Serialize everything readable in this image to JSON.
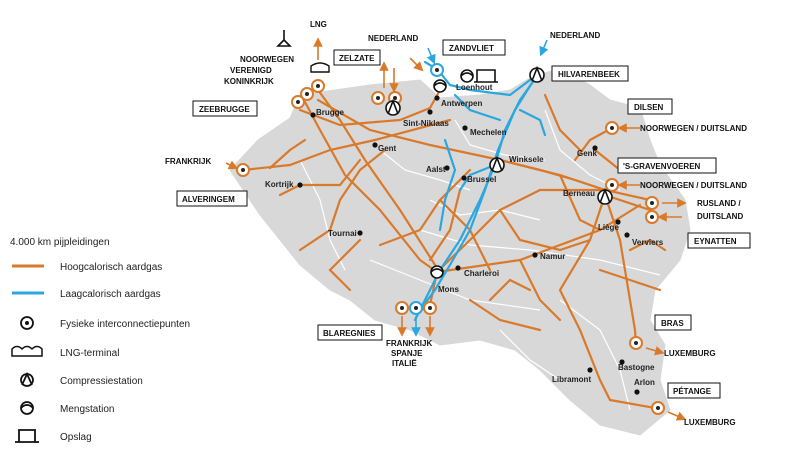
{
  "colors": {
    "high_cal": "#d97a2b",
    "low_cal": "#2aa7df",
    "land": "#d8d8d8",
    "border_lines": "#ffffff"
  },
  "legend": {
    "title": "4.000 km pijpleidingen",
    "high_cal": "Hoogcalorisch aardgas",
    "low_cal": "Laagcalorisch aardgas",
    "interconnection": "Fysieke interconnectiepunten",
    "lng": "LNG-terminal",
    "compressor": "Compressiestation",
    "blending": "Mengstation",
    "storage": "Opslag"
  },
  "boxed_labels": {
    "zeebrugge": "ZEEBRUGGE",
    "zelzate": "ZELZATE",
    "zandvliet": "ZANDVLIET",
    "hilvarenbeek": "HILVARENBEEK",
    "dilsen": "DILSEN",
    "s_gravenvoeren": "'S-GRAVENVOEREN",
    "eynatten": "EYNATTEN",
    "alveringem": "ALVERINGEM",
    "blaregnies": "BLAREGNIES",
    "bras": "BRAS",
    "petange": "PÉTANGE"
  },
  "direction_labels": {
    "lng_top": "LNG",
    "noorwegen_left": "NOORWEGEN",
    "uk_1": "VERENIGD",
    "uk_2": "KONINKRIJK",
    "nederland_left": "NEDERLAND",
    "nederland_right": "NEDERLAND",
    "noorwegen_duitsland_1": "NOORWEGEN / DUITSLAND",
    "noorwegen_duitsland_2": "NOORWEGEN / DUITSLAND",
    "rusland": "RUSLAND /",
    "duitsland": "DUITSLAND",
    "frankrijk_left": "FRANKRIJK",
    "frankrijk_bottom": "FRANKRIJK",
    "spanje": "SPANJE",
    "italie": "ITALIË",
    "luxemburg_1": "LUXEMBURG",
    "luxemburg_2": "LUXEMBURG"
  },
  "cities": {
    "brugge": "Brugge",
    "antwerpen": "Antwerpen",
    "loenhout": "Loenhout",
    "sint_niklaas": "Sint-Niklaas",
    "gent": "Gent",
    "mechelen": "Mechelen",
    "aalst": "Aalst",
    "winksele": "Winksele",
    "brussel": "Brussel",
    "genk": "Genk",
    "kortrijk": "Kortrijk",
    "berneau": "Berneau",
    "liege": "Liège",
    "verviers": "Verviers",
    "tournai": "Tournai",
    "namur": "Namur",
    "charleroi": "Charleroi",
    "mons": "Mons",
    "bastogne": "Bastogne",
    "libramont": "Libramont",
    "arlon": "Arlon"
  }
}
